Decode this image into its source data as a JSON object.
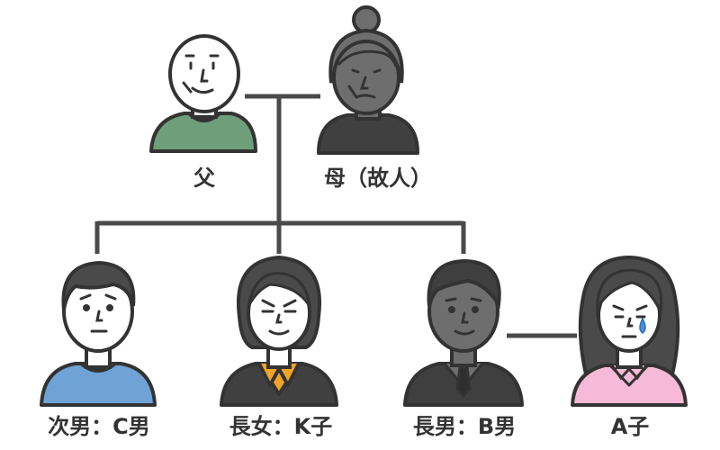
{
  "people": {
    "father": {
      "label": "父",
      "shirt_color": "#6f9e7a",
      "tone": "light"
    },
    "mother": {
      "label": "母（故人）",
      "shirt_color": "#404040",
      "tone": "dark"
    },
    "second_son": {
      "label": "次男：C男",
      "shirt_color": "#6fa3d6",
      "tone": "light"
    },
    "eldest_daughter": {
      "label": "長女：K子",
      "shirt_color": "#f1a42a",
      "tone": "light"
    },
    "eldest_son": {
      "label": "長男：B男",
      "shirt_color": "#3f3f3f",
      "tone": "dark"
    },
    "a_ko": {
      "label": "A子",
      "shirt_color": "#f7b9d8",
      "tone": "light"
    }
  },
  "colors": {
    "line": "#4a4a4a",
    "outline": "#333333",
    "skin_light": "#ffffff",
    "skin_dark": "#6e6e6e",
    "tear": "#4a90d9"
  }
}
